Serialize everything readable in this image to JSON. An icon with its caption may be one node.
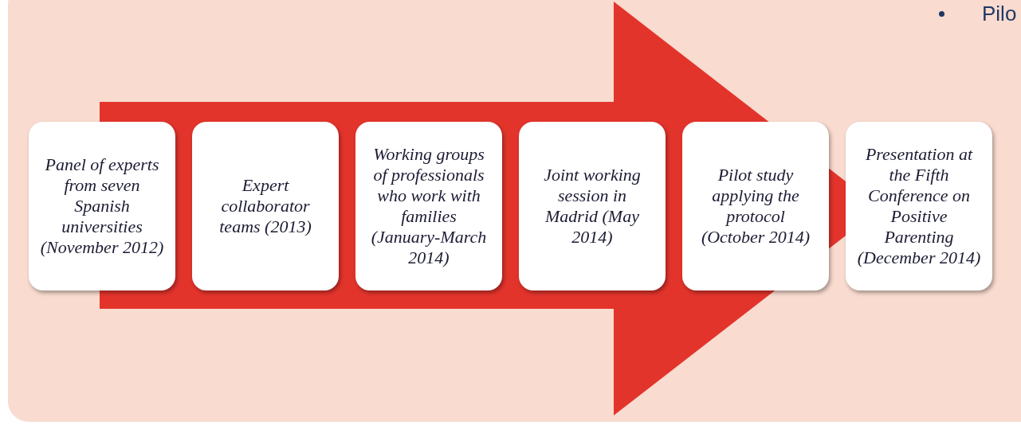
{
  "diagram": {
    "nodes": [
      {
        "text": [
          "Panel of experts from seven Spanish universities (November 2012)"
        ]
      },
      {
        "text": [
          "Expert collaborator teams (2013)"
        ]
      },
      {
        "text": [
          "Working groups of professionals who work with families (January-March 2014)"
        ]
      },
      {
        "text": [
          "Joint working session in Madrid (May 2014)"
        ]
      },
      {
        "text": [
          "Pilot study applying the protocol (October 2014)"
        ]
      },
      {
        "text": [
          "Presentation at the Fifth Conference on Positive Parenting (December 2014)"
        ]
      }
    ],
    "edges": [
      {
        "from": 0,
        "to": 5,
        "arrow": "to"
      }
    ],
    "labels": [
      "Pilo"
    ]
  }
}
